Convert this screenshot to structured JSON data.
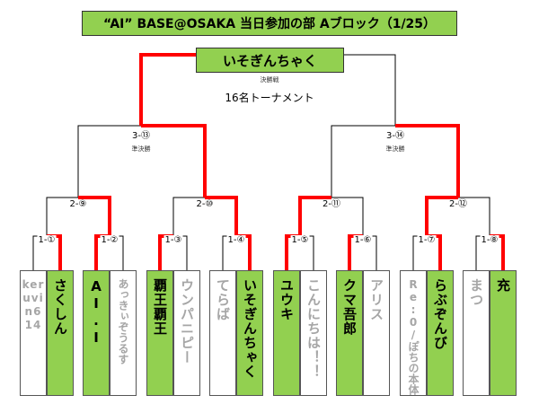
{
  "title": "“AI” BASE@OSAKA 当日参加の部 Aブロック（1/25）",
  "champion": "いそぎんちゃく",
  "final_label": "決勝戦",
  "tournament_label": "16名トーナメント",
  "semi_label": "準決勝",
  "matches": {
    "m1": "1-①",
    "m2": "1-②",
    "m3": "1-③",
    "m4": "1-④",
    "m5": "1-⑤",
    "m6": "1-⑥",
    "m7": "1-⑦",
    "m8": "1-⑧",
    "q9": "2-⑨",
    "q10": "2-⑩",
    "q11": "2-⑪",
    "q12": "2-⑫",
    "s13": "3-⑬",
    "s14": "3-⑭"
  },
  "players": [
    {
      "name": "keruvin614",
      "winner": false
    },
    {
      "name": "さくしん",
      "winner": true
    },
    {
      "name": "AI.I",
      "winner": true
    },
    {
      "name": "あっきぃぞうるす",
      "winner": false
    },
    {
      "name": "覇王覇王",
      "winner": true
    },
    {
      "name": "ウンパニピー",
      "winner": false
    },
    {
      "name": "てらば",
      "winner": false
    },
    {
      "name": "いそぎんちゃく",
      "winner": true
    },
    {
      "name": "ユウキ",
      "winner": true
    },
    {
      "name": "こんにちは！！",
      "winner": false
    },
    {
      "name": "クマ吾郎",
      "winner": true
    },
    {
      "name": "アリス",
      "winner": false
    },
    {
      "name": "Re:0/ぽちの本体",
      "winner": false
    },
    {
      "name": "らぶぞんび",
      "winner": true
    },
    {
      "name": "まつ",
      "winner": false
    },
    {
      "name": "充",
      "winner": true
    }
  ],
  "colors": {
    "winner_fill": "#92d050",
    "win_line": "#ff0000",
    "loser_text": "#a6a6a6"
  }
}
